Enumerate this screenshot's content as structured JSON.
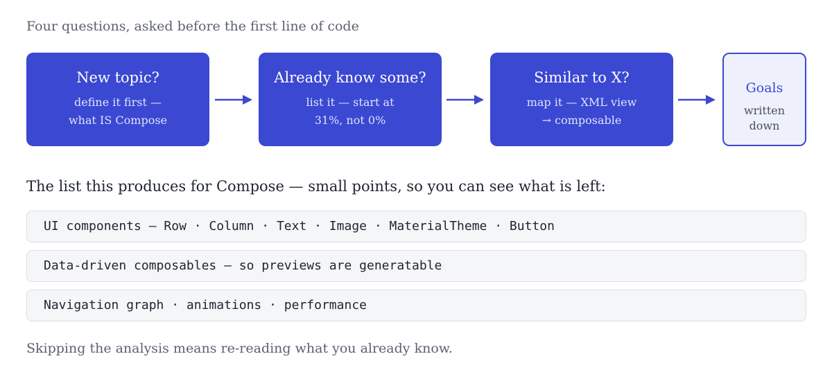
{
  "heading": "Four questions, asked before the first line of code",
  "steps": [
    {
      "title": "New topic?",
      "sub": [
        "define it first —",
        "what IS Compose"
      ]
    },
    {
      "title": "Already know some?",
      "sub": [
        "list it — start at",
        "31%, not 0%"
      ]
    },
    {
      "title": "Similar to X?",
      "sub": [
        "map it — XML view",
        "→ composable"
      ]
    }
  ],
  "goal": {
    "title": "Goals",
    "sub": [
      "written",
      "down"
    ]
  },
  "list_intro": "The list this produces for Compose — small points, so you can see what is left:",
  "items": [
    "UI components – Row · Column · Text · Image · MaterialTheme · Button",
    "Data-driven composables – so previews are generatable",
    "Navigation graph · animations · performance"
  ],
  "footer": "Skipping the analysis means re-reading what you already know.",
  "colors": {
    "box_fill": "#3b48d1",
    "goal_fill": "#eef0fc",
    "arrow": "#3b48d1"
  }
}
